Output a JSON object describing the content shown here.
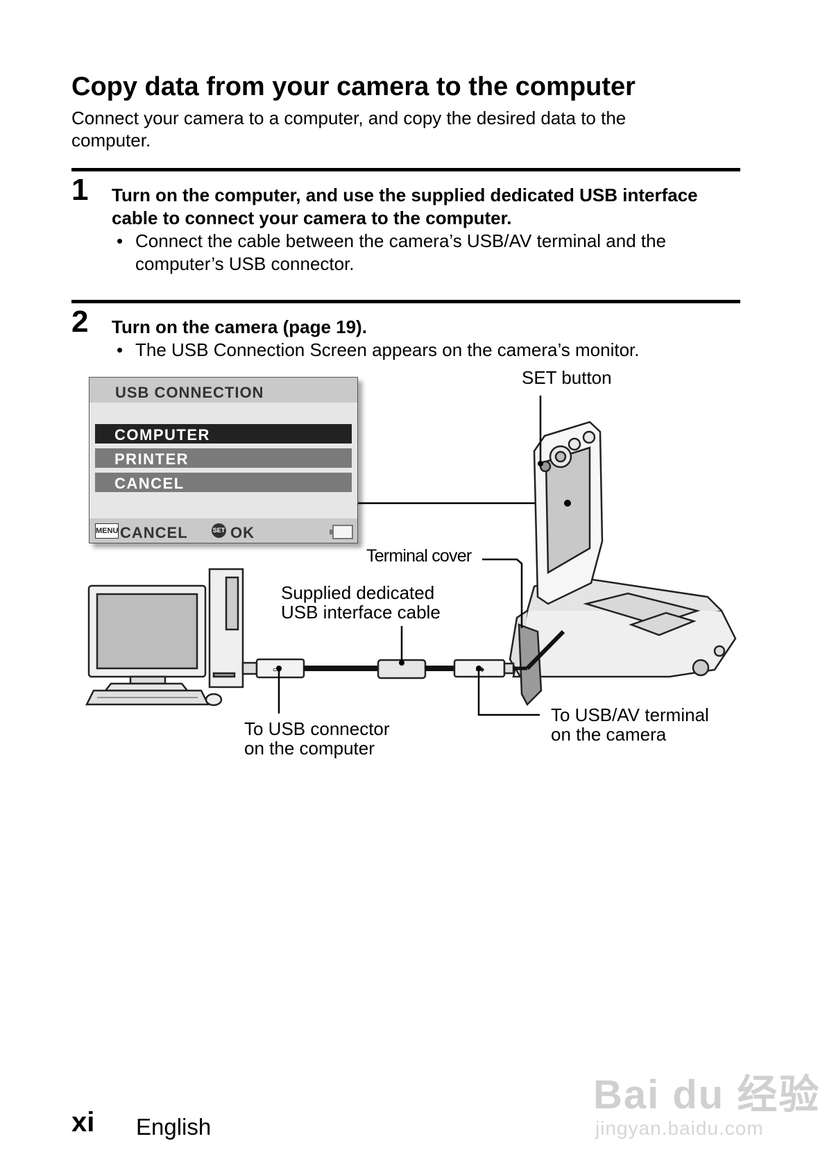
{
  "page": {
    "title": "Copy data from your camera to the computer",
    "intro": "Connect your camera to a computer, and copy the desired data to the computer."
  },
  "steps": [
    {
      "number": "1",
      "heading": "Turn on the computer, and use the supplied dedicated USB interface cable to connect your camera to the computer.",
      "bullet_line1": "Connect the cable between the camera’s USB/AV terminal and the",
      "bullet_line2": "computer’s USB connector."
    },
    {
      "number": "2",
      "heading": "Turn on the camera  (page 19).",
      "bullet_line1": "The USB Connection Screen appears on the camera’s monitor."
    }
  ],
  "bullet_char": "•",
  "lcd": {
    "header": "USB CONNECTION",
    "options": [
      "COMPUTER",
      "PRINTER",
      "CANCEL"
    ],
    "selected_index": 0,
    "footer_menu_icon": "MENU",
    "footer_cancel": "CANCEL",
    "footer_set_icon": "SET",
    "footer_ok": "OK"
  },
  "callouts": {
    "set_button": "SET button",
    "terminal_cover": "Terminal cover",
    "cable_line1": "Supplied dedicated",
    "cable_line2": "USB interface cable",
    "usb_connector_line1": "To USB connector",
    "usb_connector_line2": "on the computer",
    "usbav_line1": "To USB/AV terminal",
    "usbav_line2": "on the camera"
  },
  "footer": {
    "page_number": "xi",
    "language": "English"
  },
  "watermark": {
    "brand": "Bai du 经验",
    "url": "jingyan.baidu.com"
  },
  "colors": {
    "text": "#000000",
    "lcd_selected": "#222222",
    "lcd_unselected": "#7a7a7a",
    "lcd_bg": "#e6e6e6"
  }
}
